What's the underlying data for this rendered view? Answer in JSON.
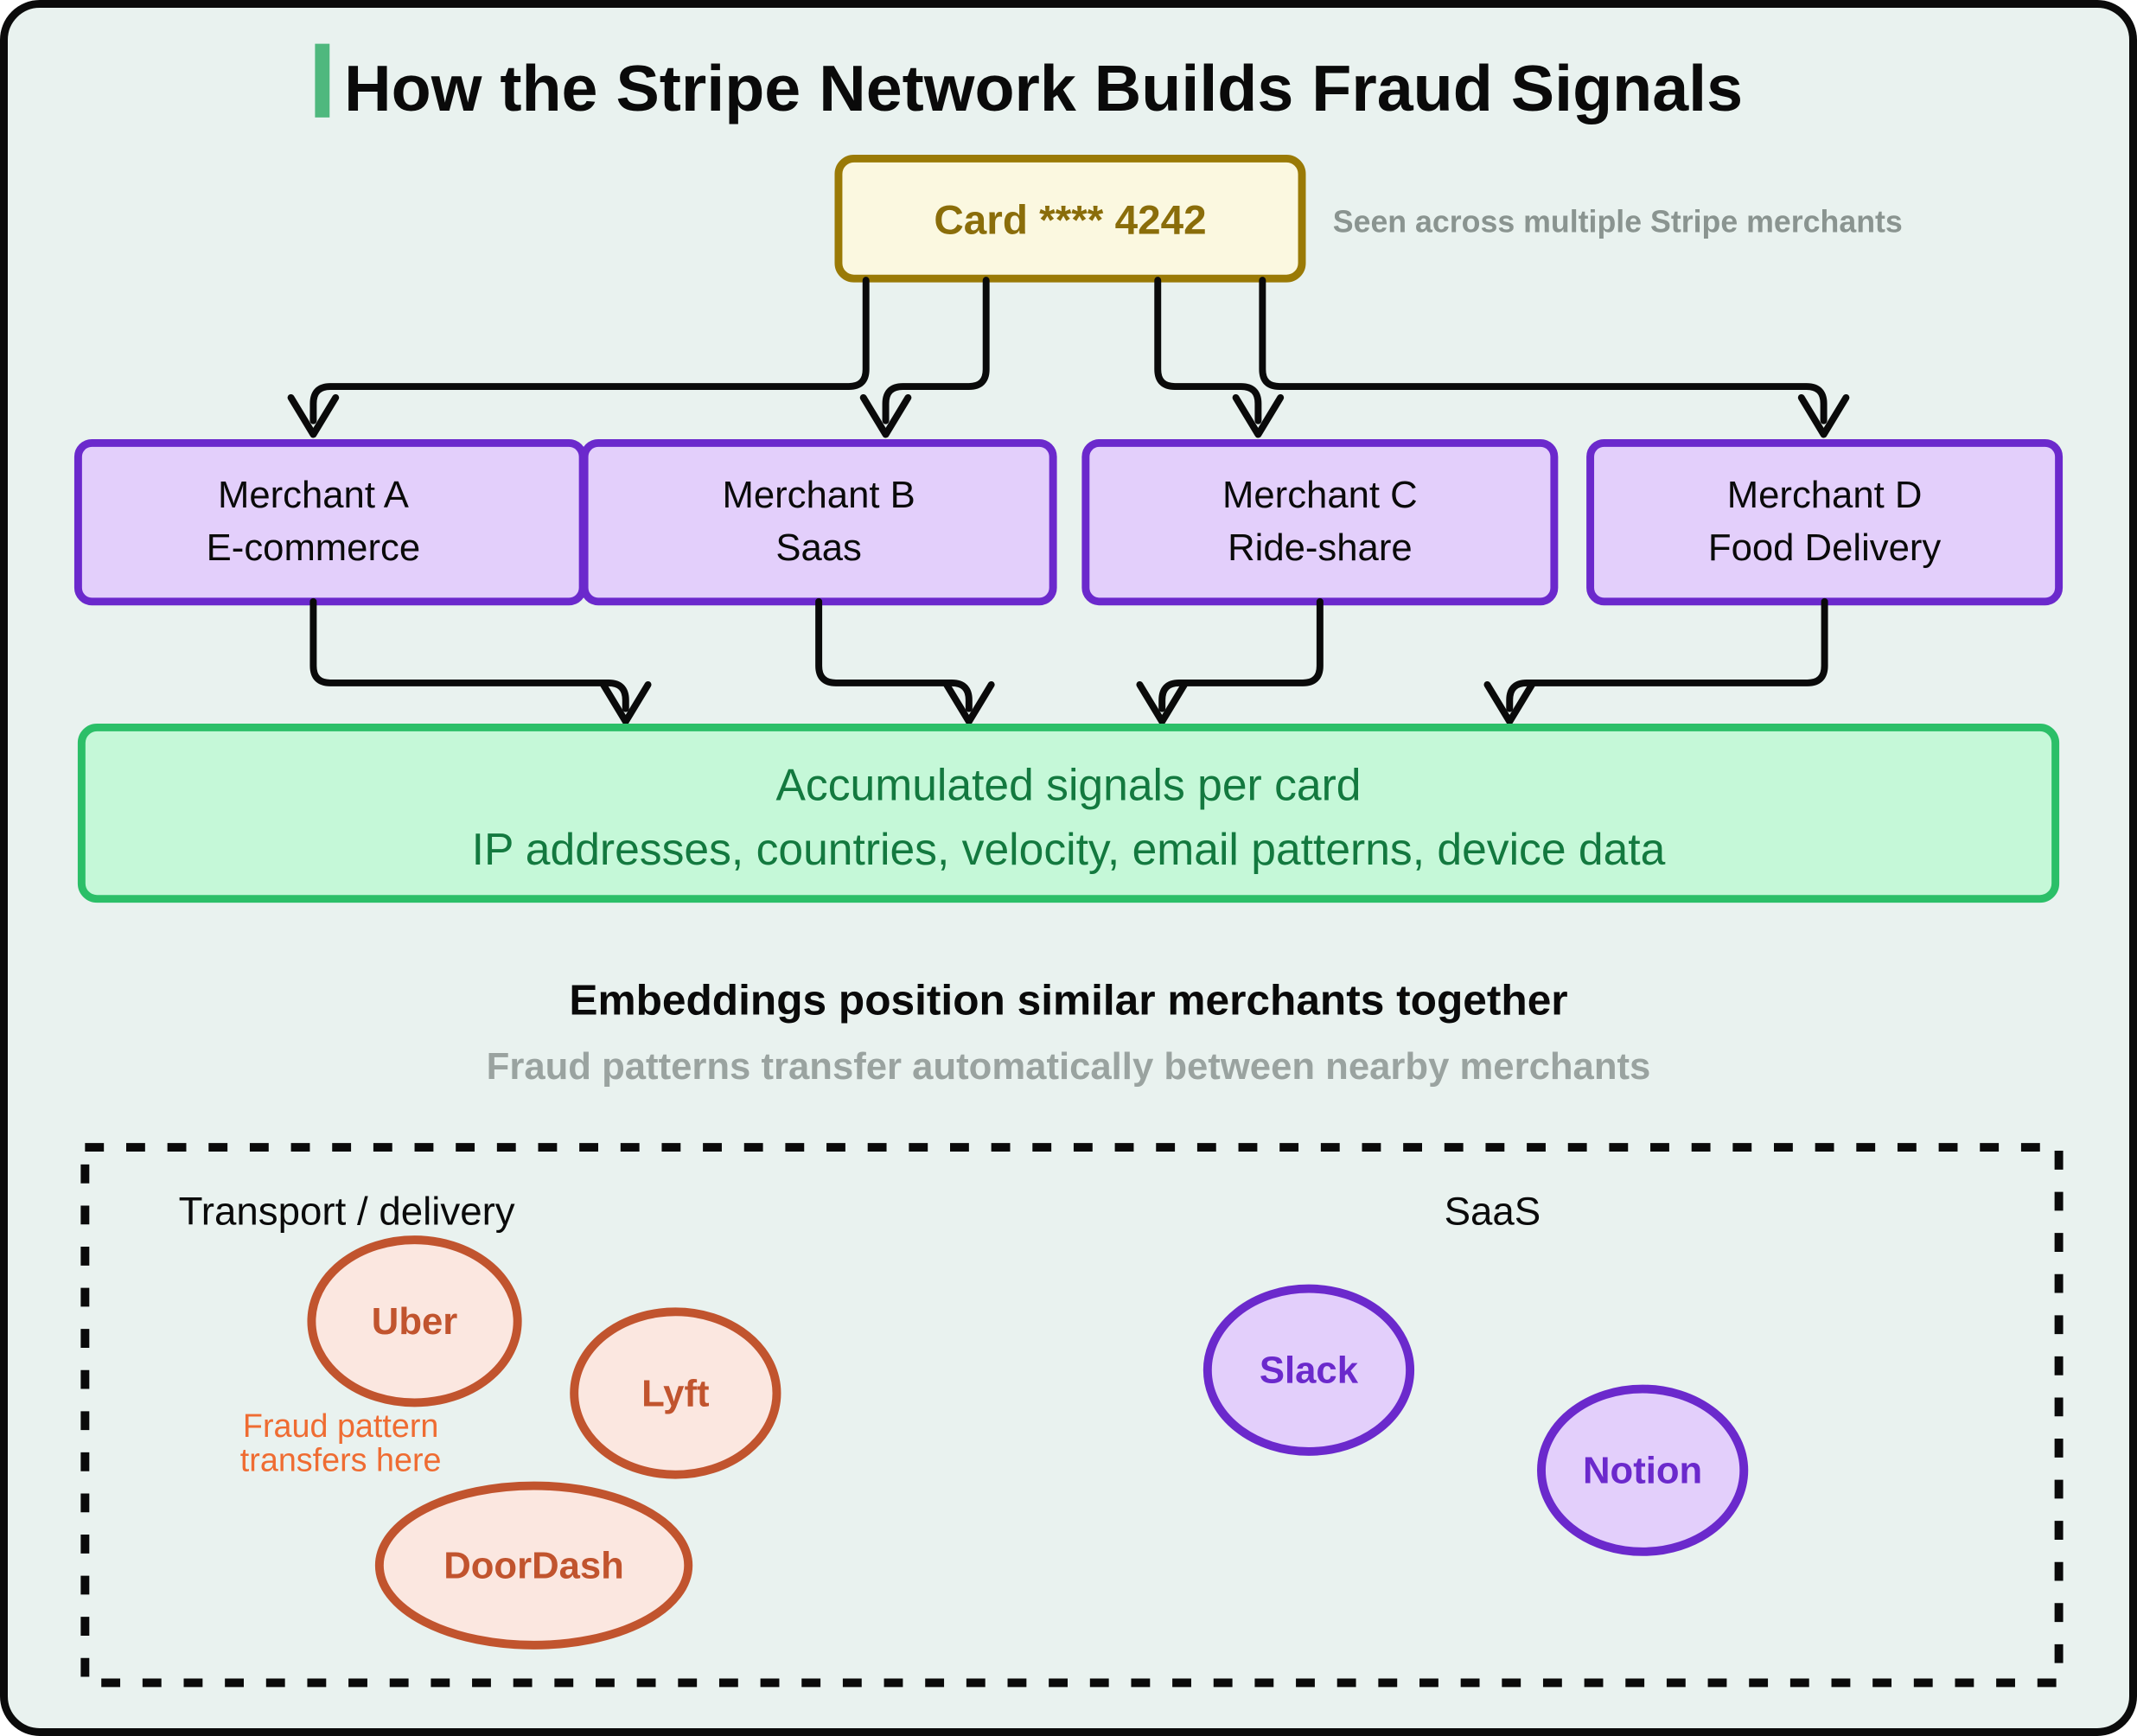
{
  "page": {
    "title": "How the Stripe Network Builds Fraud Signals",
    "accent_color": "#4fb87e",
    "background_color": "#e9f2ef",
    "frame_color": "#0b0b0b"
  },
  "card_node": {
    "label": "Card **** 4242",
    "fill": "#fbf8e0",
    "stroke": "#9a7a06",
    "text_color": "#8a6d0a"
  },
  "card_annotation": {
    "text": "Seen across multiple Stripe merchants",
    "color": "#8a9490"
  },
  "merchants": {
    "fill": "#e3cffb",
    "stroke": "#6b29cc",
    "items": [
      {
        "name": "Merchant A",
        "category": "E-commerce"
      },
      {
        "name": "Merchant B",
        "category": "Saas"
      },
      {
        "name": "Merchant C",
        "category": "Ride-share"
      },
      {
        "name": "Merchant D",
        "category": "Food Delivery"
      }
    ]
  },
  "signals_box": {
    "line1": "Accumulated signals per card",
    "line2": "IP addresses, countries, velocity, email patterns, device data",
    "fill": "#c5f8d8",
    "stroke": "#2bbf68",
    "text_color": "#13793f"
  },
  "embedding_section": {
    "heading": "Embeddings position similar merchants together",
    "subheading": "Fraud patterns transfer automatically between nearby merchants",
    "border_style": "dashed",
    "border_color": "#0a0a0a",
    "clusters": [
      {
        "label": "Transport / delivery",
        "node_fill": "#fbe7e0",
        "node_stroke": "#c1542e",
        "node_text_color": "#c1542e",
        "nodes": [
          {
            "label": "Uber"
          },
          {
            "label": "Lyft"
          },
          {
            "label": "DoorDash"
          }
        ],
        "annotation": {
          "line1": "Fraud pattern",
          "line2": "transfers here",
          "color": "#ef6c32"
        }
      },
      {
        "label": "SaaS",
        "node_fill": "#e3cffb",
        "node_stroke": "#6b29cc",
        "node_text_color": "#6b29cc",
        "nodes": [
          {
            "label": "Slack"
          },
          {
            "label": "Notion"
          }
        ]
      }
    ]
  }
}
